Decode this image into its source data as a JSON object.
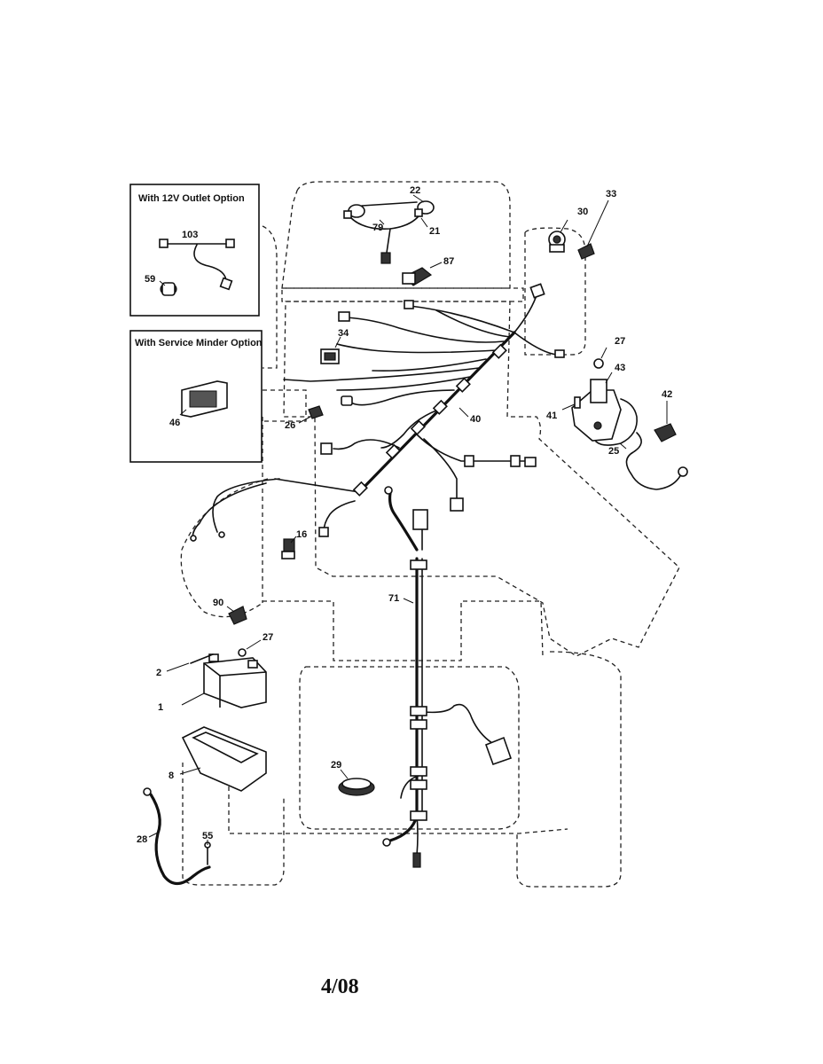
{
  "inset_boxes": {
    "outlet_title": "With 12V Outlet Option",
    "minder_title": "With Service Minder Option"
  },
  "date_code": "4/08",
  "callouts": {
    "p1": "1",
    "p2": "2",
    "p8": "8",
    "p16": "16",
    "p21": "21",
    "p22": "22",
    "p25": "25",
    "p26": "26",
    "p27a": "27",
    "p27b": "27",
    "p28": "28",
    "p29": "29",
    "p30": "30",
    "p33": "33",
    "p34": "34",
    "p40": "40",
    "p41": "41",
    "p42": "42",
    "p43": "43",
    "p46": "46",
    "p55": "55",
    "p59": "59",
    "p71": "71",
    "p79": "79",
    "p87": "87",
    "p90": "90",
    "p103": "103"
  }
}
